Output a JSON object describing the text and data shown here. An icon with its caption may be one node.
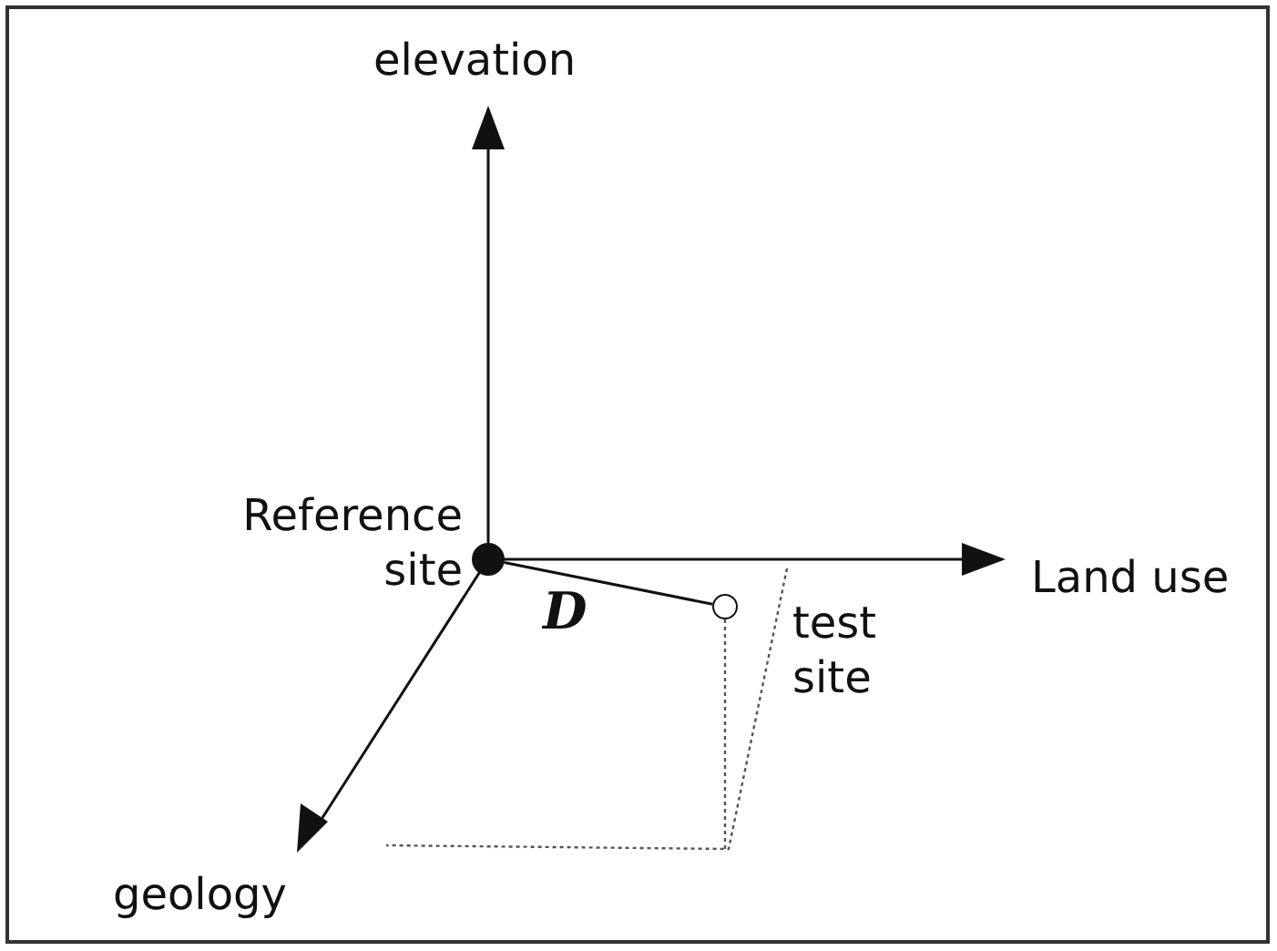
{
  "diagram": {
    "nodes": [
      {
        "text": [],
        "shape": "circle",
        "beside": [
          "Reference site"
        ]
      },
      {
        "text": [],
        "shape": "circle",
        "beside": [
          "test site"
        ]
      }
    ],
    "edges": [
      {
        "from": 0,
        "to": 1,
        "arrow": "none",
        "label": "D"
      }
    ],
    "labels": [
      "elevation",
      "Land use",
      "geology"
    ]
  }
}
